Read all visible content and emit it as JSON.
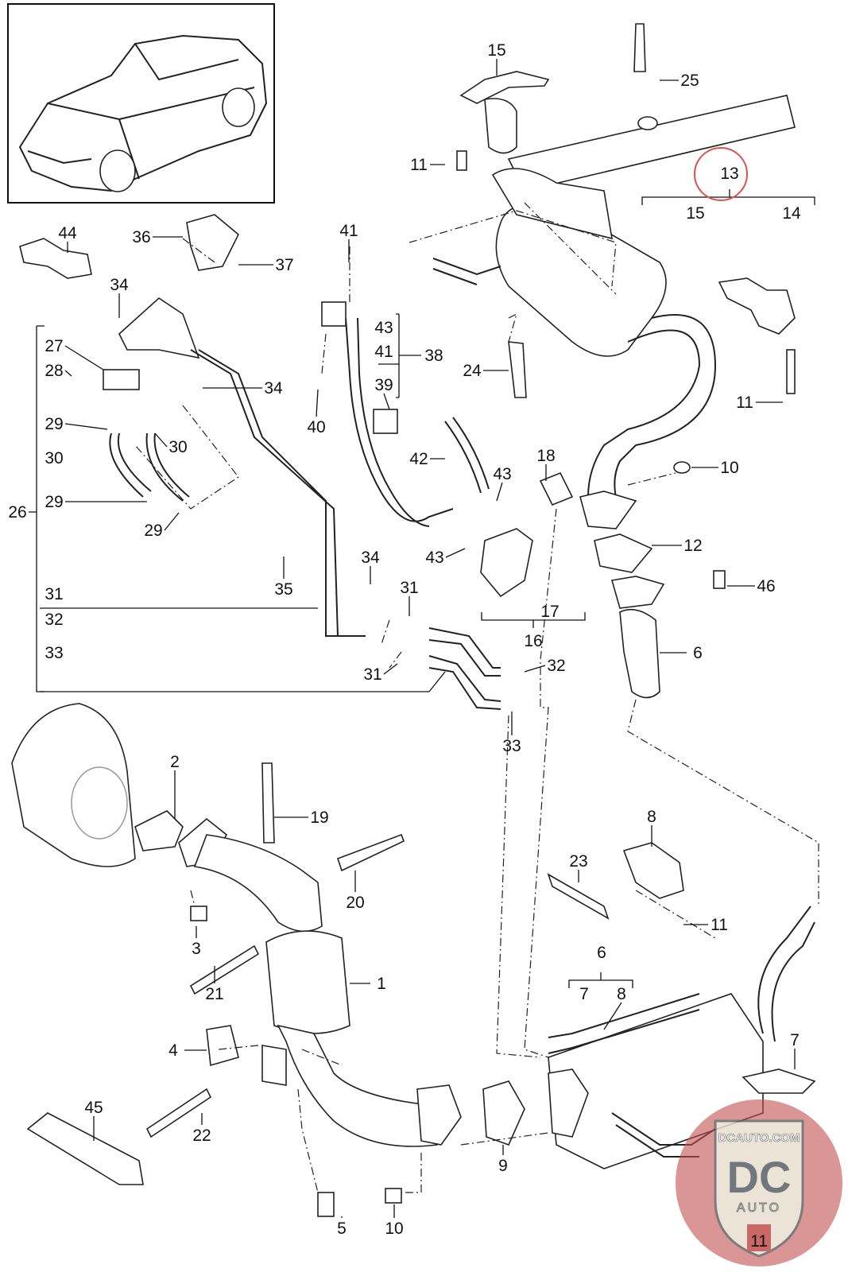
{
  "diagram": {
    "callouts": [
      "15",
      "25",
      "11",
      "13",
      "15",
      "14",
      "44",
      "36",
      "41",
      "37",
      "34",
      "43",
      "41",
      "38",
      "27",
      "28",
      "24",
      "39",
      "34",
      "11",
      "29",
      "40",
      "30",
      "30",
      "42",
      "18",
      "10",
      "43",
      "29",
      "29",
      "26",
      "43",
      "12",
      "35",
      "34",
      "46",
      "31",
      "31",
      "17",
      "32",
      "16",
      "6",
      "33",
      "31",
      "32",
      "33",
      "2",
      "8",
      "19",
      "23",
      "20",
      "3",
      "11",
      "6",
      "7",
      "8",
      "1",
      "21",
      "7",
      "4",
      "45",
      "22",
      "9",
      "5",
      "10",
      "11"
    ],
    "highlighted_callout": "13",
    "highlight_color": "#d9534f"
  },
  "watermark": {
    "top_text": "DCAUTO.COM",
    "monogram": "DC",
    "bottom_text": "AUTO",
    "color": "#c0504d"
  }
}
